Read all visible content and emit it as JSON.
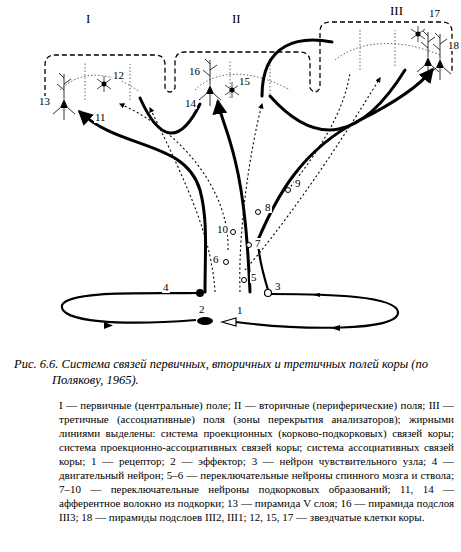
{
  "diagram": {
    "caption": "Рис. 6.6. Система связей первичных, вторичных и третичных полей коры (по Полякову, 1965).",
    "labels": [
      "I",
      "II",
      "III",
      "1",
      "2",
      "3",
      "4",
      "5",
      "6",
      "7",
      "8",
      "9",
      "10",
      "11",
      "12",
      "13",
      "14",
      "15",
      "16",
      "17",
      "18",
      "I — первичные (центральные) поле; II — вторичные (периферические) поля; III — третичные (ассоциативные) поля (зоны перекрытия анализаторов); жирными линиями выделены: система проекционных (корково-подкорковых) связей коры; система проекционно-ассоциативных связей коры; система ассоциативных связей коры; 1 — рецептор; 2 — эффектор; 3 — нейрон чувствительного узла; 4 — двигательный нейрон; 5–6 — переключательные нейроны спинного мозга и ствола; 7–10 — переключательные нейроны подкорковых образований; 11, 14 — афферентное волокно из подкорки; 13 — пирамида V слоя; 16 — пирамида подслоя III3; 18 — пирамиды подслоев III2, III1; 12, 15, 17 — звездчатые клетки коры."
    ]
  }
}
